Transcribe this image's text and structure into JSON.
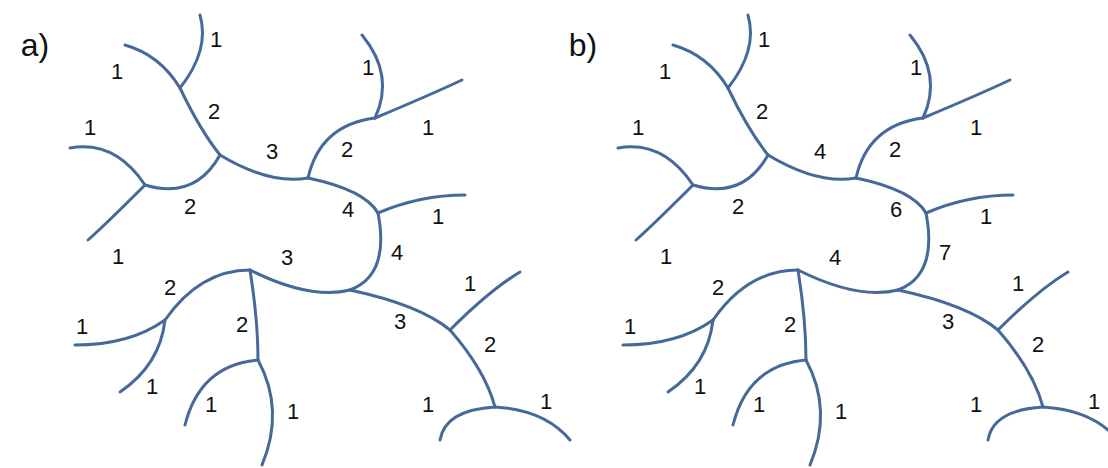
{
  "diagram": {
    "labels": [
      "a)",
      "1",
      "1",
      "1",
      "2",
      "1",
      "1",
      "3",
      "2",
      "2",
      "4",
      "1",
      "1",
      "3",
      "4",
      "1",
      "2",
      "3",
      "1",
      "2",
      "2",
      "1",
      "1",
      "1",
      "1",
      "1",
      "b)",
      "1",
      "1",
      "1",
      "2",
      "1",
      "1",
      "4",
      "2",
      "2",
      "6",
      "1",
      "1",
      "4",
      "7",
      "1",
      "2",
      "3",
      "1",
      "2",
      "2",
      "1",
      "1",
      "1",
      "1",
      "1"
    ]
  }
}
